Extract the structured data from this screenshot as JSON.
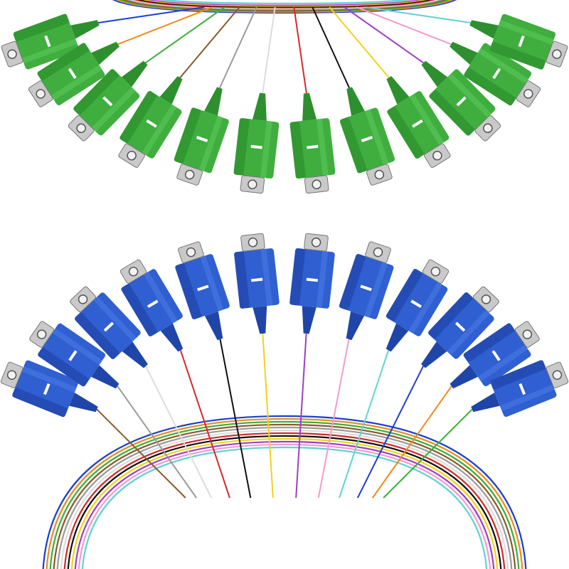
{
  "scene": {
    "background": "#ffffff",
    "top_fan": {
      "description_label": "",
      "connector_type": "SC/APC",
      "connector_body_color": "#3fae3f",
      "connector_body_dark": "#2e8f2e",
      "connector_body_light": "#5cc85a",
      "ferrule_color": "#d8d8d8",
      "connector_count": 12
    },
    "bottom_fan": {
      "connector_type": "SC/UPC",
      "connector_body_color": "#2f5fd0",
      "connector_body_dark": "#1f45a8",
      "connector_body_light": "#4a7ae6",
      "ferrule_color": "#d8d8d8",
      "connector_count": 12
    },
    "fiber_colors": [
      "#1a3fd1",
      "#f08a1c",
      "#3cae3c",
      "#8a5a2b",
      "#9a9a9a",
      "#f4f4f4",
      "#d42a2a",
      "#111111",
      "#f2d21a",
      "#9b3fc8",
      "#f29bd0",
      "#5fd3d3"
    ]
  }
}
